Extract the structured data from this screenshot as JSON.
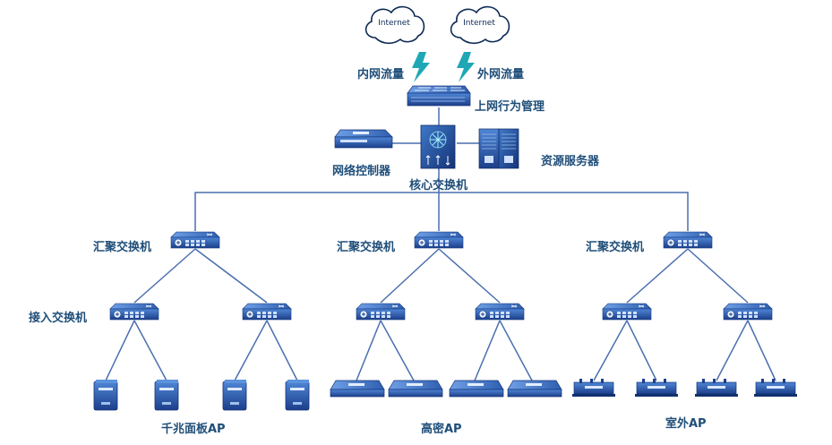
{
  "clouds": [
    "Internet",
    "Internet"
  ],
  "labels": {
    "internal_traffic": "内网流量",
    "external_traffic": "外网流量",
    "behavior_mgmt": "上网行为管理",
    "network_controller": "网络控制器",
    "core_switch": "核心交换机",
    "resource_server": "资源服务器",
    "aggregation_switch_1": "汇聚交换机",
    "aggregation_switch_2": "汇聚交换机",
    "aggregation_switch_3": "汇聚交换机",
    "access_switch": "接入交换机",
    "gigabit_panel_ap": "千兆面板AP",
    "high_density_ap": "高密AP",
    "outdoor_ap": "室外AP"
  },
  "colors": {
    "line": "#4a6fb0",
    "device_dark": "#1c3f8a",
    "device_light": "#3f78c8",
    "bolt": "#1fa7b5",
    "cloud_stroke": "#0d2a55"
  },
  "icons": {
    "cloud": "cloud-icon",
    "bolt": "lightning-icon",
    "firewall": "firewall-icon",
    "controller": "controller-icon",
    "core": "core-switch-icon",
    "server": "server-icon",
    "switch": "switch-icon",
    "panel_ap": "panel-ap-icon",
    "hd_ap": "high-density-ap-icon",
    "outdoor_ap": "outdoor-ap-icon"
  }
}
